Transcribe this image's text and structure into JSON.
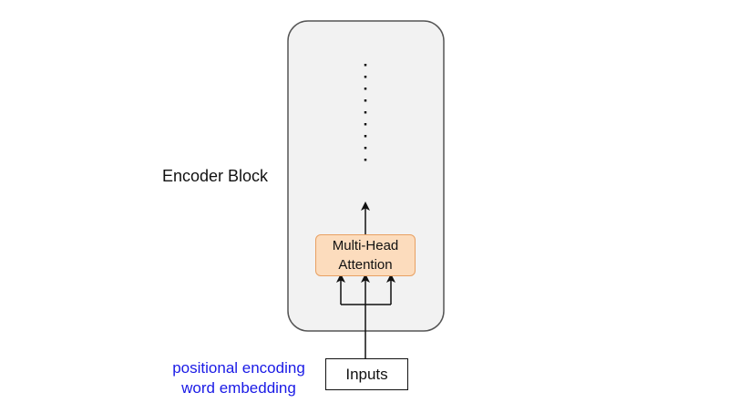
{
  "diagram": {
    "encoder_block_label": "Encoder Block",
    "attention_box": {
      "line1": "Multi-Head",
      "line2": "Attention"
    },
    "inputs_label": "Inputs",
    "embedding_labels": {
      "line1": "positional encoding",
      "line2": "word embedding"
    },
    "colors": {
      "block_fill": "#f2f2f2",
      "block_border": "#555555",
      "attention_fill": "#fcdcbd",
      "attention_border": "#e8a062",
      "embedding_text": "#1a1ae6",
      "arrows": "#111111"
    }
  }
}
